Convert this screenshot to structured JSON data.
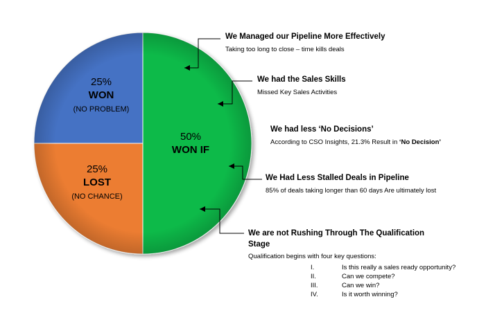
{
  "chart_data": {
    "type": "pie",
    "slices": [
      {
        "percent_label": "50%",
        "label": "WON IF",
        "sublabel": "",
        "value": 50,
        "color": "#0fba4a"
      },
      {
        "percent_label": "25%",
        "label": "LOST",
        "sublabel": "(NO CHANCE)",
        "value": 25,
        "color": "#ec7d31"
      },
      {
        "percent_label": "25%",
        "label": "WON",
        "sublabel": "(NO PROBLEM)",
        "value": 25,
        "color": "#4472c4"
      }
    ],
    "annotations": [
      {
        "title": "We Managed our Pipeline More Effectively",
        "desc": "Taking too long to close – time kills deals"
      },
      {
        "title": "We had the Sales Skills",
        "desc": "Missed Key Sales Activities"
      },
      {
        "title": "We had less ‘No Decisions’",
        "desc_prefix": "According to CSO Insights, 21.3% Result in ",
        "desc_bold": "‘No Decision’"
      },
      {
        "title": "We Had Less Stalled Deals in Pipeline",
        "desc": "85% of deals taking longer than 60 days Are ultimately lost"
      },
      {
        "title": "We are not Rushing Through The Qualification Stage",
        "desc": "Qualification begins with four key questions:"
      }
    ],
    "questions": [
      {
        "num": "I.",
        "text": "Is this really a sales ready opportunity?"
      },
      {
        "num": "II.",
        "text": "Can we compete?"
      },
      {
        "num": "III.",
        "text": "Can we win?"
      },
      {
        "num": "IV.",
        "text": "Is it worth winning?"
      }
    ]
  }
}
